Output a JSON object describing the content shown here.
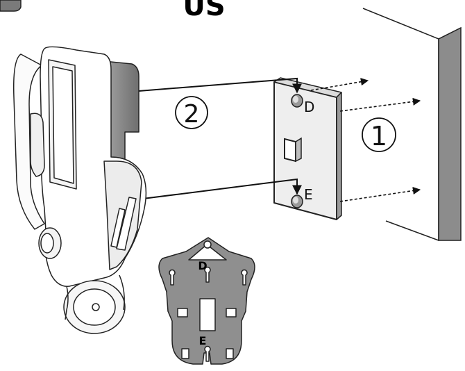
{
  "heading": "US",
  "steps": {
    "one": "1",
    "two": "2"
  },
  "points": {
    "d": "D",
    "e": "E"
  },
  "bracket_labels": {
    "d": "D",
    "e": "E"
  },
  "colors": {
    "ink": "#111111",
    "wall": "#8c8c8c",
    "plate": "#e6e6e6",
    "bracket": "#8f8f8f",
    "device_shade": "#7a7a7a"
  }
}
